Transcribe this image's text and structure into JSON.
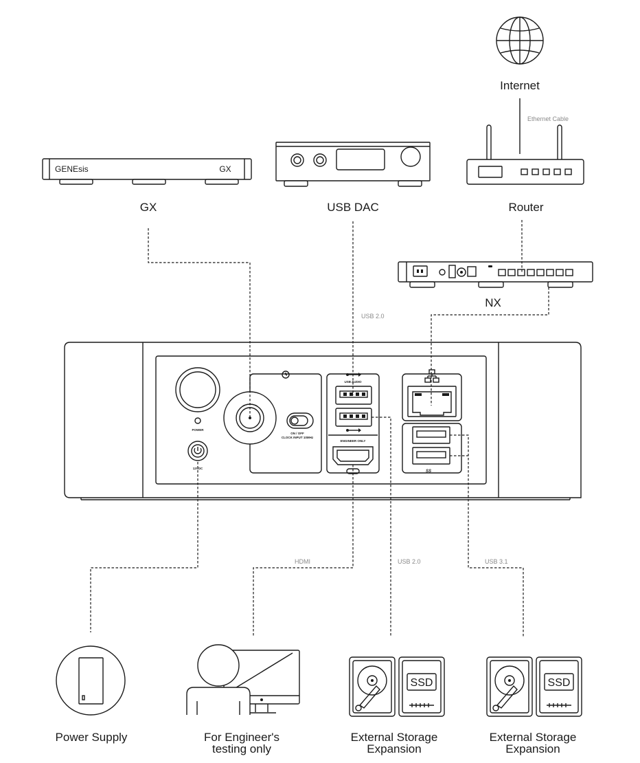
{
  "devices": {
    "internet": "Internet",
    "gx": "GX",
    "usb_dac": "USB DAC",
    "router": "Router",
    "nx": "NX",
    "power_supply": "Power Supply",
    "engineer_line1": "For Engineer's",
    "engineer_line2": "testing only",
    "storage1_line1": "External Storage",
    "storage1_line2": "Expansion",
    "storage2_line1": "External Storage",
    "storage2_line2": "Expansion"
  },
  "device_text": {
    "gx_brand": "GENEsis",
    "gx_model": "GX",
    "ssd": "SSD"
  },
  "cables": {
    "ethernet": "Ethernet Cable",
    "usb_dac": "USB 2.0",
    "hdmi": "HDMI",
    "usb2_storage": "USB 2.0",
    "usb3_storage": "USB 3.1"
  },
  "panel_labels": {
    "power": "POWER",
    "dc": "12VDC",
    "switch": "ON / OFF",
    "clock": "CLOCK INPUT 10MHz",
    "usb_audio": "USB AUDIO",
    "engineer_only": "ENGINEER ONLY",
    "ss": "SS"
  }
}
